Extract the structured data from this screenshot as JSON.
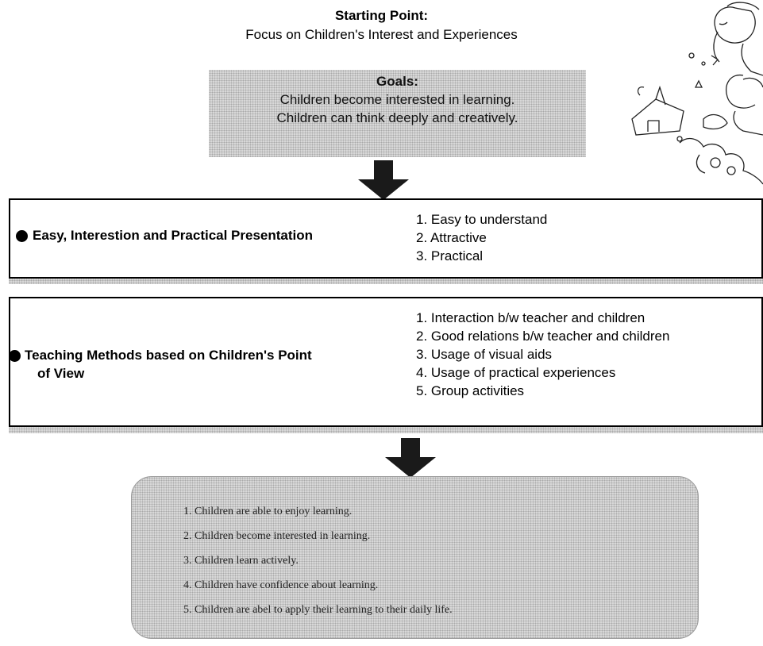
{
  "starting_point": {
    "heading": "Starting Point:",
    "subtitle": "Focus on Children's Interest and Experiences"
  },
  "goals": {
    "title": "Goals:",
    "lines": [
      "Children become interested in learning.",
      "Children can think deeply and creatively."
    ]
  },
  "presentation_panel": {
    "title": "Easy, Interestion and Practical Presentation",
    "items": [
      "1. Easy to understand",
      "2. Attractive",
      "3. Practical"
    ]
  },
  "methods_panel": {
    "title_line1": "Teaching Methods based on Children's Point",
    "title_line2": "of View",
    "items": [
      "1. Interaction b/w teacher and children",
      "2. Good relations b/w teacher and children",
      "3. Usage of visual aids",
      "4. Usage of practical experiences",
      "5. Group activities"
    ]
  },
  "outcomes": {
    "items": [
      "1. Children are able to enjoy learning.",
      "2. Children become interested in learning.",
      "3. Children learn actively.",
      "4. Children have confidence about learning.",
      "5. Children are abel to  apply their learning to their daily life."
    ]
  },
  "colors": {
    "arrow": "#1a1a1a",
    "dotted_fill": "#d9d9d9",
    "border": "#000000"
  },
  "icons": [
    "bullet-icon",
    "down-arrow-icon",
    "children-illustration"
  ]
}
